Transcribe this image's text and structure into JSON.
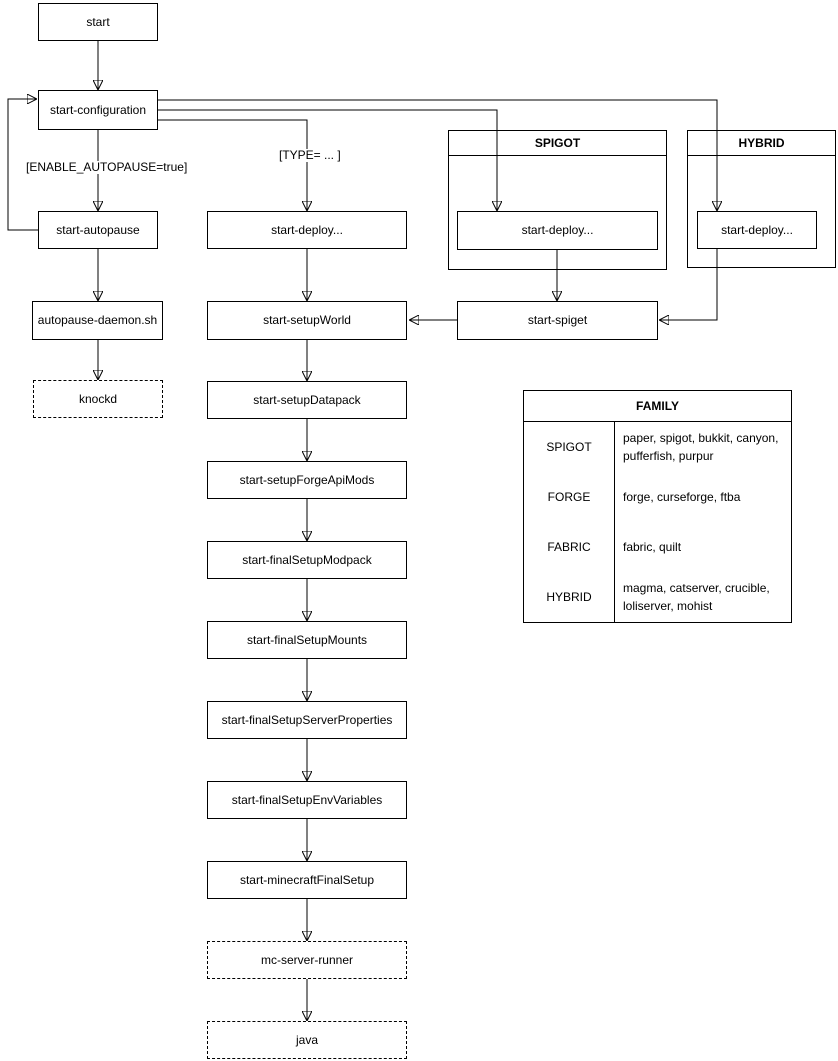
{
  "diagram": {
    "colors": {
      "stroke": "#000000",
      "background": "#ffffff",
      "text": "#000000"
    },
    "nodes": {
      "start": "start",
      "configuration": "start-configuration",
      "autopause": "start-autopause",
      "autopause_daemon": "autopause-daemon.sh",
      "knockd": "knockd",
      "deploy": "start-deploy...",
      "setup_world": "start-setupWorld",
      "setup_datapack": "start-setupDatapack",
      "setup_forge_api_mods": "start-setupForgeApiMods",
      "final_setup_modpack": "start-finalSetupModpack",
      "final_setup_mounts": "start-finalSetupMounts",
      "final_setup_server_properties": "start-finalSetupServerProperties",
      "final_setup_env_variables": "start-finalSetupEnvVariables",
      "minecraft_final_setup": "start-minecraftFinalSetup",
      "mc_server_runner": "mc-server-runner",
      "java": "java",
      "spigot_deploy": "start-deploy...",
      "hybrid_deploy": "start-deploy...",
      "spiget": "start-spiget"
    },
    "groups": {
      "spigot_title": "SPIGOT",
      "hybrid_title": "HYBRID"
    },
    "edge_labels": {
      "enable_autopause": "[ENABLE_AUTOPAUSE=true]",
      "type_condition": "[TYPE= ... ]"
    },
    "family_table": {
      "title": "FAMILY",
      "rows": [
        {
          "family": "SPIGOT",
          "types": "paper, spigot, bukkit, canyon, pufferfish, purpur"
        },
        {
          "family": "FORGE",
          "types": "forge, curseforge, ftba"
        },
        {
          "family": "FABRIC",
          "types": "fabric, quilt"
        },
        {
          "family": "HYBRID",
          "types": "magma, catserver, crucible, loliserver, mohist"
        }
      ]
    }
  }
}
